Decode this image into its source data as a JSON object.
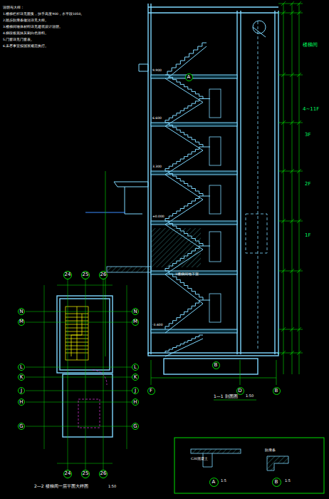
{
  "diagram": {
    "title": "1—1 剖面图",
    "caption": "2—2 楼梯间一层平面大样图",
    "nodes": [
      {
        "text": [
          "A"
        ]
      },
      {
        "text": [
          "F"
        ]
      },
      {
        "text": [
          "D"
        ]
      },
      {
        "text": [
          "B"
        ]
      },
      {
        "text": [
          "B"
        ]
      },
      {
        "text": [
          "24"
        ]
      },
      {
        "text": [
          "25"
        ]
      },
      {
        "text": [
          "26"
        ]
      },
      {
        "text": [
          "N"
        ]
      },
      {
        "text": [
          "M"
        ]
      },
      {
        "text": [
          "L"
        ]
      },
      {
        "text": [
          "K"
        ]
      },
      {
        "text": [
          "J"
        ]
      },
      {
        "text": [
          "H"
        ]
      },
      {
        "text": [
          "G"
        ]
      },
      {
        "text": [
          "N"
        ]
      },
      {
        "text": [
          "M"
        ]
      },
      {
        "text": [
          "L"
        ]
      },
      {
        "text": [
          "K"
        ]
      },
      {
        "text": [
          "J"
        ]
      },
      {
        "text": [
          "H"
        ]
      },
      {
        "text": [
          "G"
        ]
      },
      {
        "text": [
          "24"
        ]
      },
      {
        "text": [
          "25"
        ]
      },
      {
        "text": [
          "26"
        ]
      },
      {
        "text": [
          "A"
        ]
      },
      {
        "text": [
          "B"
        ]
      }
    ],
    "edges": [],
    "labels": [
      "1:50",
      "1:50",
      "1:5",
      "1:5",
      "楼梯间",
      "4~11F",
      "3F",
      "2F",
      "1F",
      "说明与大样：",
      "1.楼梯栏杆详见图集，扶手高度900，水平段1050。",
      "2.踏步防滑条做法详见大样。",
      "3.楼梯间墙体材料详见建筑设计说明。",
      "4.梯段板底抹灰刷白色涂料。",
      "5.门窗详见门窗表。",
      "6.未尽事宜按国家规范执行。",
      "3.300",
      "6.600",
      "9.900",
      "±0.000",
      "-3.600",
      "1楼梯间地下室",
      "C20混凝土",
      "防滑条"
    ]
  }
}
